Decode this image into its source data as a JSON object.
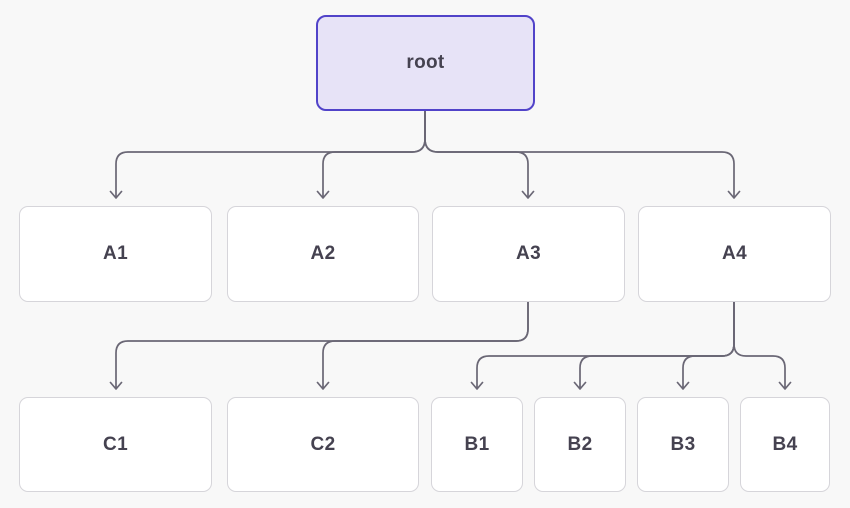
{
  "diagram": {
    "type": "tree",
    "background_color": "#f8f8f8",
    "edge_color": "#6a6775",
    "node_fill_color": "#ffffff",
    "node_border_color": "#d6d5da",
    "root_fill_color": "#e7e3f7",
    "root_border_color": "#5143c9",
    "text_color": "#454250"
  },
  "nodes": {
    "root": {
      "label": "root"
    },
    "a1": {
      "label": "A1"
    },
    "a2": {
      "label": "A2"
    },
    "a3": {
      "label": "A3"
    },
    "a4": {
      "label": "A4"
    },
    "c1": {
      "label": "C1"
    },
    "c2": {
      "label": "C2"
    },
    "b1": {
      "label": "B1"
    },
    "b2": {
      "label": "B2"
    },
    "b3": {
      "label": "B3"
    },
    "b4": {
      "label": "B4"
    }
  },
  "edges": [
    {
      "from": "root",
      "to": "A1"
    },
    {
      "from": "root",
      "to": "A2"
    },
    {
      "from": "root",
      "to": "A3"
    },
    {
      "from": "root",
      "to": "A4"
    },
    {
      "from": "A3",
      "to": "C1"
    },
    {
      "from": "A3",
      "to": "C2"
    },
    {
      "from": "A4",
      "to": "B1"
    },
    {
      "from": "A4",
      "to": "B2"
    },
    {
      "from": "A4",
      "to": "B3"
    },
    {
      "from": "A4",
      "to": "B4"
    }
  ]
}
